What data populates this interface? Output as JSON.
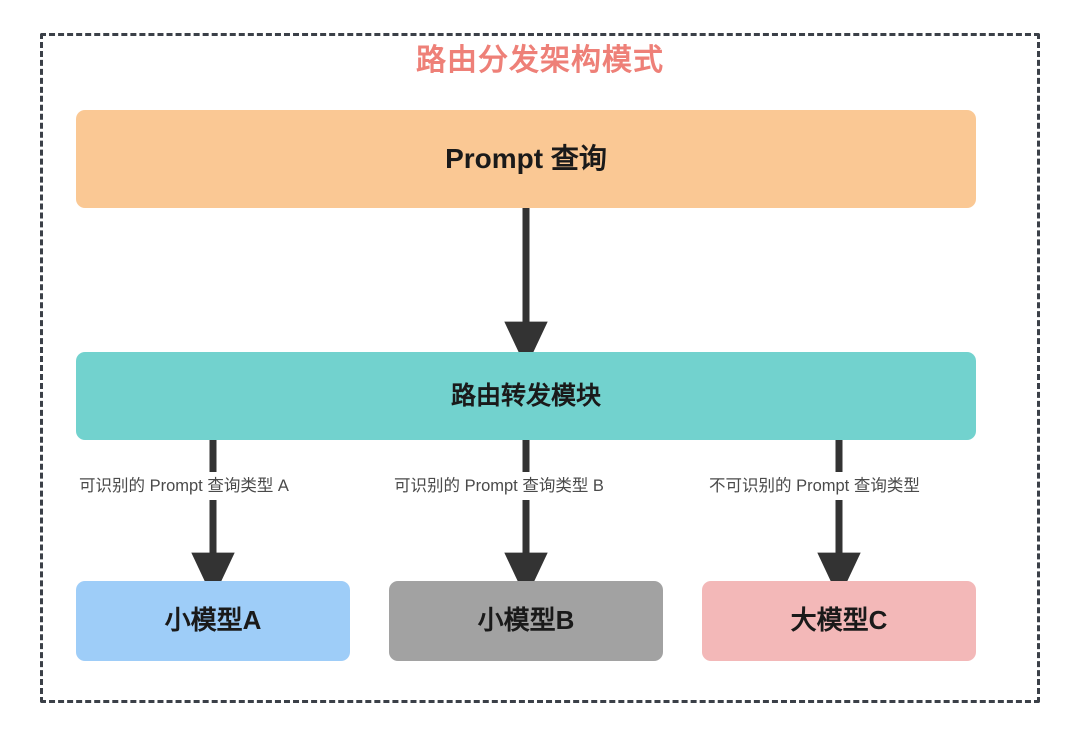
{
  "diagram": {
    "title": "路由分发架构模式",
    "title_color": "#ee8078",
    "frame_style": "dashed",
    "nodes": {
      "prompt": {
        "label": "Prompt 查询",
        "color": "#fac894"
      },
      "router": {
        "label": "路由转发模块",
        "color": "#72d2ce"
      },
      "model_a": {
        "label": "小模型A",
        "color": "#9ecdf8"
      },
      "model_b": {
        "label": "小模型B",
        "color": "#a2a2a2"
      },
      "model_c": {
        "label": "大模型C",
        "color": "#f3b8b8"
      }
    },
    "edges": {
      "prompt_to_router": {
        "label": ""
      },
      "router_to_a": {
        "label": "可识别的 Prompt 查询类型 A"
      },
      "router_to_b": {
        "label": "可识别的 Prompt 查询类型 B"
      },
      "router_to_c": {
        "label": "不可识别的 Prompt 查询类型"
      }
    },
    "arrow_color": "#333333"
  }
}
